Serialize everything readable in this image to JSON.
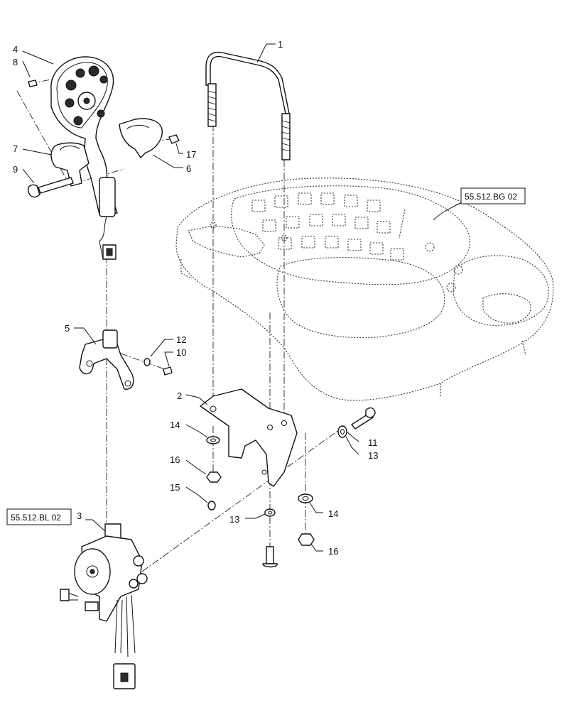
{
  "callouts": [
    {
      "label": "1"
    },
    {
      "label": "2"
    },
    {
      "label": "3"
    },
    {
      "label": "4"
    },
    {
      "label": "5"
    },
    {
      "label": "6"
    },
    {
      "label": "7"
    },
    {
      "label": "8"
    },
    {
      "label": "9"
    },
    {
      "label": "10"
    },
    {
      "label": "11"
    },
    {
      "label": "12"
    },
    {
      "label": "13"
    },
    {
      "label": "13"
    },
    {
      "label": "14"
    },
    {
      "label": "14"
    },
    {
      "label": "15"
    },
    {
      "label": "16"
    },
    {
      "label": "16"
    },
    {
      "label": "17"
    }
  ],
  "references": [
    {
      "label": "55.512.BG 02"
    },
    {
      "label": "55.512.BL 02"
    }
  ]
}
